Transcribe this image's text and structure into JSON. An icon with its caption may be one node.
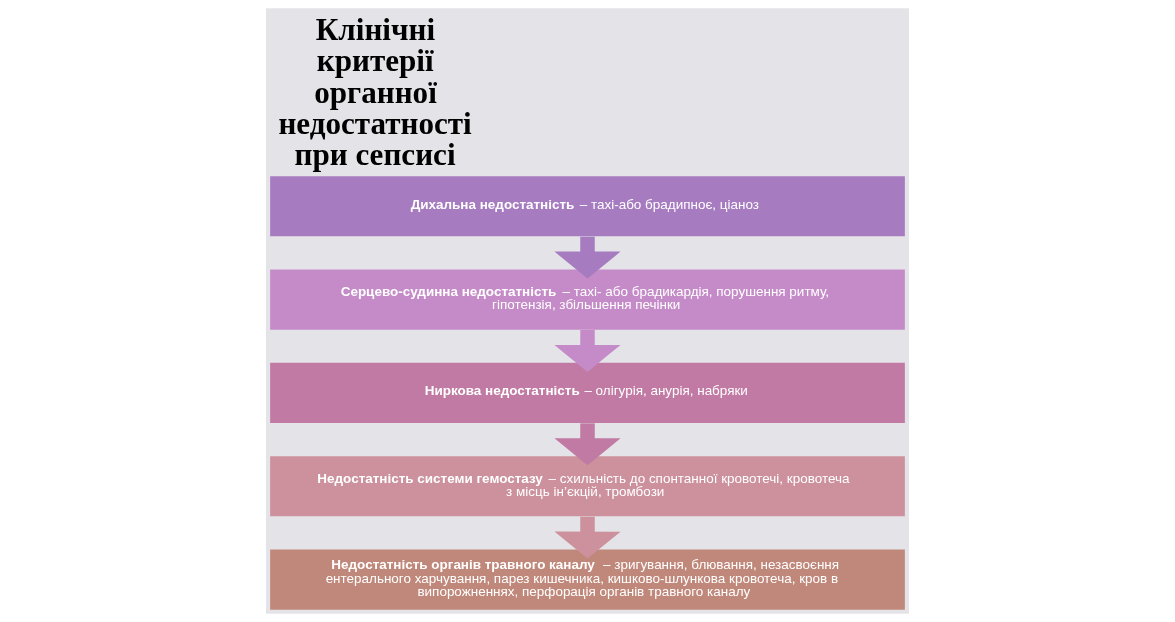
{
  "diagram": {
    "title": "Клінічні критерії органної недостатності при сепсисі",
    "nodes": [
      {
        "text": [
          "**Дихальна недостатність** – тахі-або брадипноє, ціаноз"
        ]
      },
      {
        "text": [
          "**Серцево-судинна недостатність** – тахі- або брадикардія, порушення ритму, гіпотензія, збільшення печінки"
        ]
      },
      {
        "text": [
          "**Ниркова недостатність** – олігурія, анурія, набряки"
        ]
      },
      {
        "text": [
          "**Недостатність системи гемостазу** – схильність до спонтанної кровотечі, кровотеча з місць ін’єкцій, тромбози"
        ]
      },
      {
        "text": [
          "**Недостатність органів травного каналу** – зригування, блювання, незасвоєння ентерального харчування, парез кишечника, кишково-шлункова кровотеча, кров в випорожненнях, перфорація органів травного каналу"
        ]
      }
    ],
    "edges": [
      {
        "from": 0,
        "to": 1,
        "arrow": "to",
        "color": "#a67bc0"
      },
      {
        "from": 1,
        "to": 2,
        "arrow": "to",
        "color": "#c58bc8"
      },
      {
        "from": 2,
        "to": 3,
        "arrow": "to",
        "color": "#c07aa3"
      },
      {
        "from": 3,
        "to": 4,
        "arrow": "to",
        "color": "#cc919c"
      }
    ]
  }
}
